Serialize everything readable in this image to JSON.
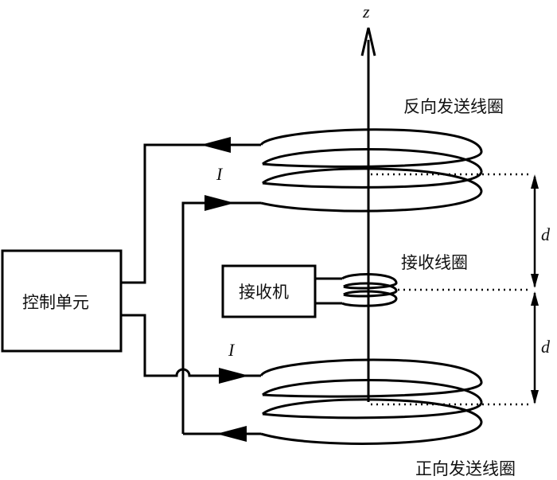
{
  "diagram": {
    "axis_label": "z",
    "control_unit_label": "控制单元",
    "receiver_label": "接收机",
    "reverse_coil_label": "反向发送线圈",
    "forward_coil_label": "正向发送线圈",
    "receive_coil_label": "接收线圈",
    "current_label_top": "I",
    "current_label_bottom": "I",
    "distance_label_upper": "d",
    "distance_label_lower": "d"
  }
}
